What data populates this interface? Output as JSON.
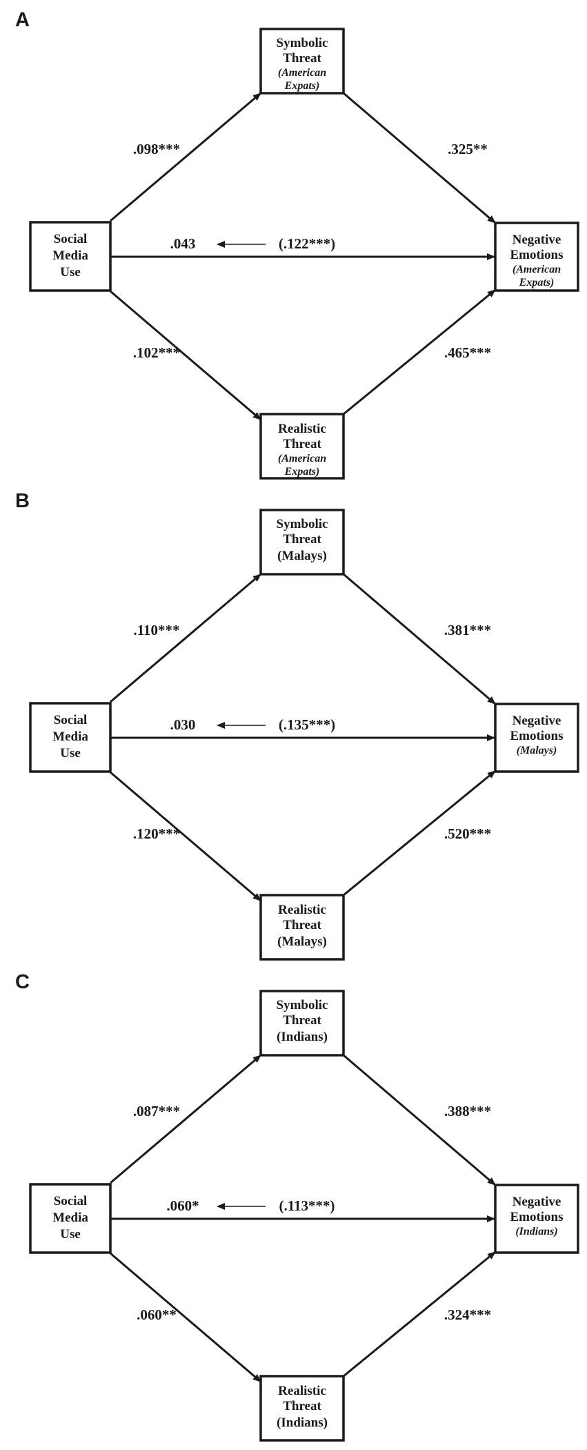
{
  "panels": [
    {
      "letter": "A",
      "symbolic": [
        "Symbolic",
        "Threat"
      ],
      "realistic": [
        "Realistic",
        "Threat"
      ],
      "source": [
        "Social",
        "Media",
        "Use"
      ],
      "outcome": [
        "Negative",
        "Emotions"
      ],
      "group_lines_symbolic": [
        "(American",
        "Expats)"
      ],
      "group_lines_realistic": [
        "(American",
        "Expats)"
      ],
      "group_lines_outcome": [
        "(American",
        "Expats)"
      ],
      "coef_source_symbolic": ".098***",
      "coef_symbolic_outcome": ".325**",
      "coef_direct": ".043",
      "coef_total": "(.122***)",
      "coef_source_realistic": ".102***",
      "coef_realistic_outcome": ".465***"
    },
    {
      "letter": "B",
      "symbolic": [
        "Symbolic",
        "Threat"
      ],
      "realistic": [
        "Realistic",
        "Threat"
      ],
      "source": [
        "Social",
        "Media",
        "Use"
      ],
      "outcome": [
        "Negative",
        "Emotions"
      ],
      "group_lines_symbolic": [
        "(Malays)"
      ],
      "group_lines_realistic": [
        "(Malays)"
      ],
      "group_lines_outcome": [
        "(Malays)"
      ],
      "coef_source_symbolic": ".110***",
      "coef_symbolic_outcome": ".381***",
      "coef_direct": ".030",
      "coef_total": "(.135***)",
      "coef_source_realistic": ".120***",
      "coef_realistic_outcome": ".520***"
    },
    {
      "letter": "C",
      "symbolic": [
        "Symbolic",
        "Threat"
      ],
      "realistic": [
        "Realistic",
        "Threat"
      ],
      "source": [
        "Social",
        "Media",
        "Use"
      ],
      "outcome": [
        "Negative",
        "Emotions"
      ],
      "group_lines_symbolic": [
        "(Indians)"
      ],
      "group_lines_realistic": [
        "(Indians)"
      ],
      "group_lines_outcome": [
        "(Indians)"
      ],
      "coef_source_symbolic": ".087***",
      "coef_symbolic_outcome": ".388***",
      "coef_direct": ".060*",
      "coef_total": "(.113***)",
      "coef_source_realistic": ".060**",
      "coef_realistic_outcome": ".324***"
    }
  ]
}
